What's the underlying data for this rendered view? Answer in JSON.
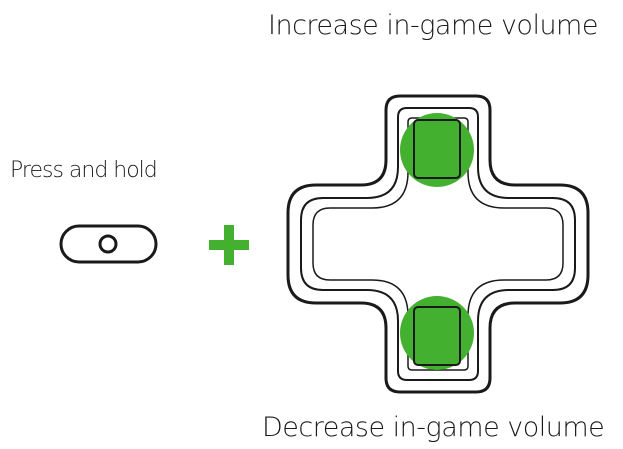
{
  "labels": {
    "increase_volume": "Increase in-game volume",
    "decrease_volume": "Decrease in-game volume",
    "press_and_hold": "Press and hold"
  },
  "colors": {
    "accent_green": "#44b02f",
    "outline": "#1a1a1a"
  },
  "icons": {
    "button": "menu-button-icon",
    "plus": "plus-icon",
    "dpad": "dpad-icon"
  }
}
